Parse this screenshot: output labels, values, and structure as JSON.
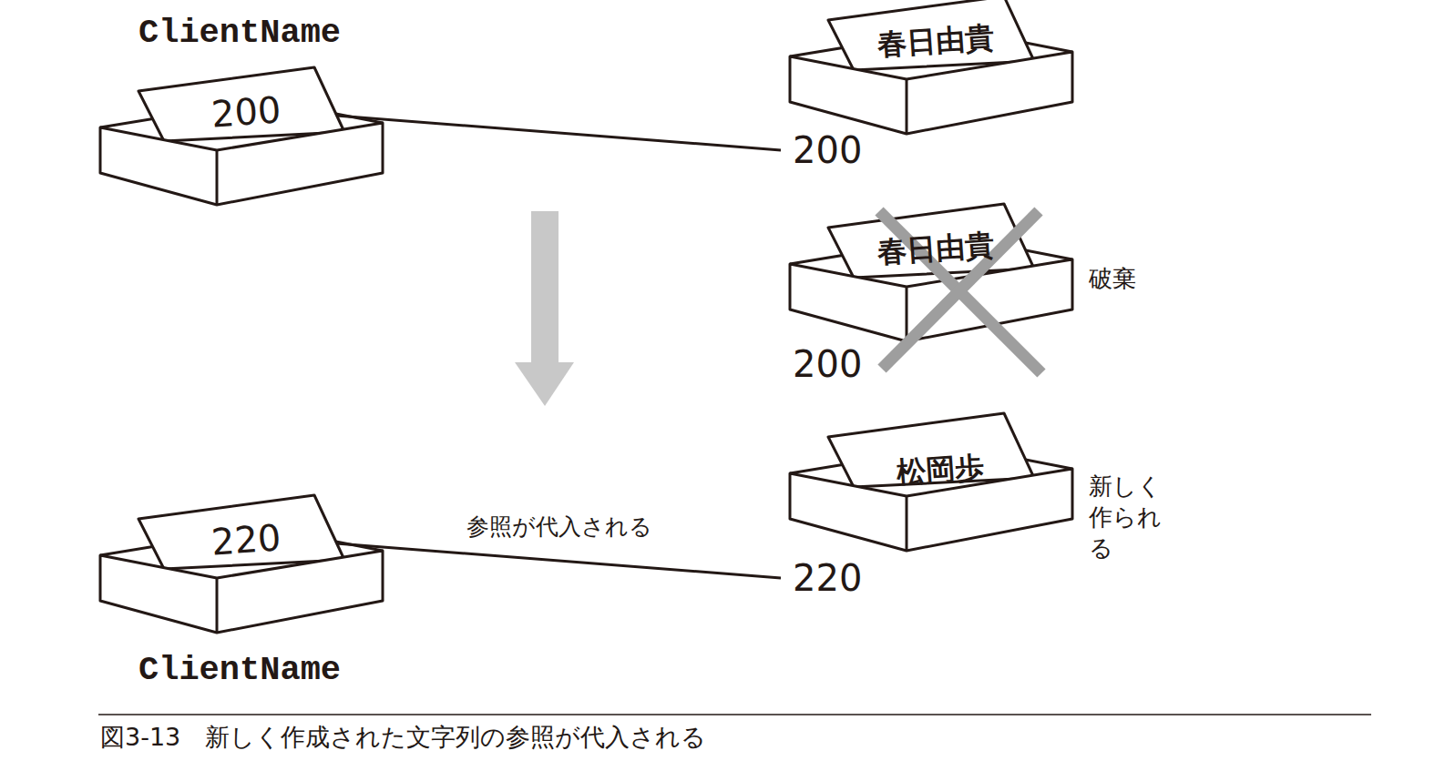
{
  "diagram": {
    "caption": "図3-13　新しく作成された文字列の参照が代入される",
    "nodes": [
      {
        "text": [
          "ClientName",
          "200"
        ]
      },
      {
        "text": [
          "春日由貴",
          "200"
        ]
      },
      {
        "text": [
          "春日由貴",
          "200",
          "破棄"
        ]
      },
      {
        "text": [
          "松岡歩",
          "220",
          "新しく 作られる"
        ]
      },
      {
        "text": [
          "220",
          "ClientName"
        ]
      }
    ],
    "edges": [
      {
        "from": 1,
        "to": 0,
        "arrow": "to"
      },
      {
        "from": 3,
        "to": 4,
        "arrow": "to",
        "label": "参照が代入される"
      }
    ]
  }
}
